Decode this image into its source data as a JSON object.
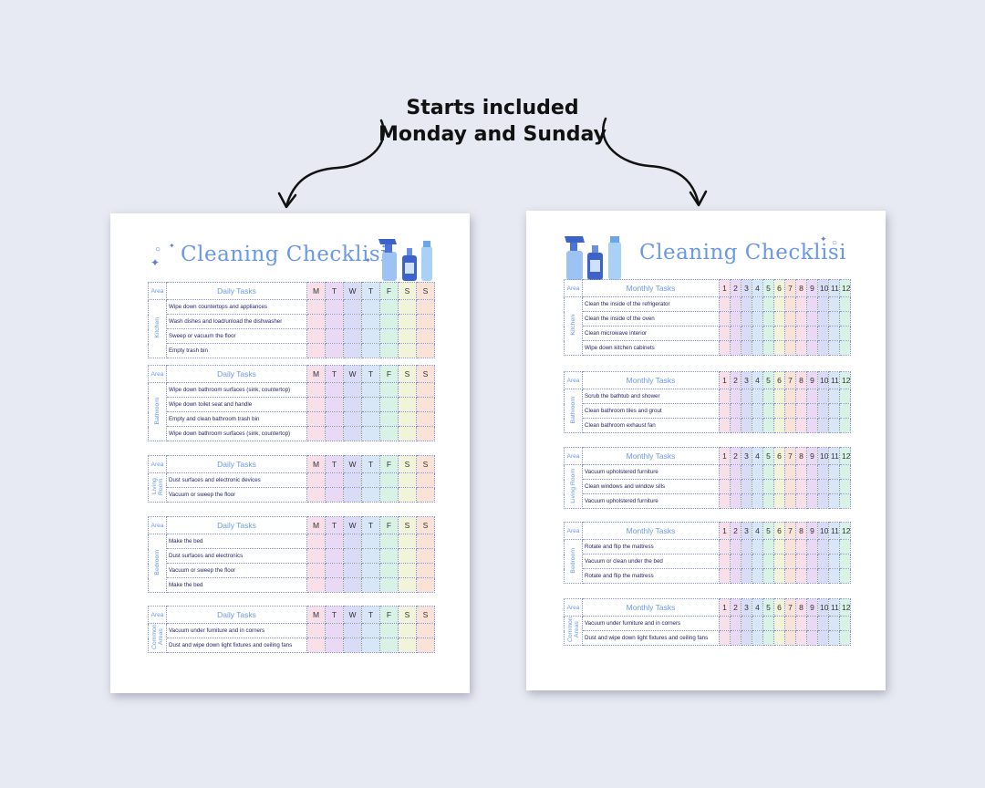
{
  "banner": {
    "line1": "Starts included",
    "line2": "Monday and Sunday"
  },
  "left_page": {
    "title": "Cleaning Checklisi",
    "area_header": "Area",
    "task_header": "Daily Tasks",
    "days": [
      "M",
      "T",
      "W",
      "T",
      "F",
      "S",
      "S"
    ],
    "sections": [
      {
        "area": "Kitchen",
        "tasks": [
          "Wipe down countertops and appliances",
          "Wash dishes and load/unload the dishwasher",
          "Sweep or vacuum the floor",
          "Empty trash bin"
        ]
      },
      {
        "area": "Bathroom",
        "tasks": [
          "Wipe down bathroom surfaces (sink, countertop)",
          "Wipe down toilet seat and handle",
          "Empty and clean bathroom trash bin",
          "Wipe down bathroom surfaces (sink, countertop)"
        ]
      },
      {
        "area": "Living Room",
        "tasks": [
          "Dust surfaces and electronic devices",
          "Vacuum or sweep the floor"
        ]
      },
      {
        "area": "Bedroom",
        "tasks": [
          "Make the bed",
          "Dust surfaces and electronics",
          "Vacuum or sweep the floor",
          "Make the bed"
        ]
      },
      {
        "area": "Common Areas",
        "tasks": [
          "Vacuum under furniture and in corners",
          "Dust and wipe down light fixtures and ceiling fans"
        ]
      }
    ]
  },
  "right_page": {
    "title": "Cleaning Checklisi",
    "area_header": "Area",
    "task_header": "Monthly Tasks",
    "months": [
      "1",
      "2",
      "3",
      "4",
      "5",
      "6",
      "7",
      "8",
      "9",
      "10",
      "11",
      "12"
    ],
    "sections": [
      {
        "area": "Kitchen",
        "tasks": [
          "Clean the inside of the refrigerator",
          "Clean the inside of the oven",
          "Clean microwave interior",
          "Wipe down kitchen cabinets"
        ]
      },
      {
        "area": "Bathroom",
        "tasks": [
          "Scrub the bathtub and shower",
          "Clean bathroom tiles and grout",
          "Clean bathroom exhaust fan"
        ]
      },
      {
        "area": "Living Room",
        "tasks": [
          "Vacuum upholstered furniture",
          "Clean windows and window sills",
          "Vacuum upholstered furniture"
        ]
      },
      {
        "area": "Bedroom",
        "tasks": [
          "Rotate and flip the mattress",
          "Vacuum or clean under the bed",
          "Rotate and flip the mattress"
        ]
      },
      {
        "area": "Common Areas",
        "tasks": [
          "Vacuum under furniture and in corners",
          "Dust and wipe down light fixtures and ceiling fans"
        ]
      }
    ]
  },
  "colors": {
    "title": "#6a98e6",
    "grid_border": "#8a95d8",
    "column_tints": [
      "#f9dfe7",
      "#ead9f4",
      "#d9dcf6",
      "#d8e7f8",
      "#d9f2e6",
      "#f2f4da",
      "#fae3d6"
    ]
  },
  "icons": [
    "spray-bottle-icon",
    "soap-dispenser-icon",
    "cleaning-bottle-icon",
    "sparkle-icon",
    "curved-arrow-icon"
  ]
}
